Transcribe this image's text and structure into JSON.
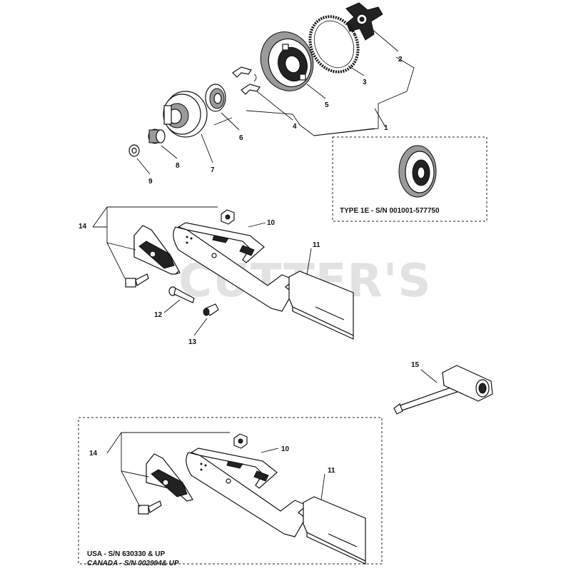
{
  "watermark": "CUTTER'S",
  "callouts": {
    "c1": "1",
    "c2": "2",
    "c3": "3",
    "c4": "4",
    "c5": "5",
    "c6": "6",
    "c7": "7",
    "c8": "8",
    "c9": "9",
    "c10_top": "10",
    "c11_top": "11",
    "c12": "12",
    "c13": "13",
    "c14_top": "14",
    "c15": "15",
    "c14_bottom": "14",
    "c10_bottom": "10",
    "c11_bottom": "11"
  },
  "labels": {
    "type1e": "TYPE 1E - S/N 001001-577750",
    "usa": "USA - S/N 630330 & UP",
    "canada": "CANADA - S/N 002994& UP"
  }
}
